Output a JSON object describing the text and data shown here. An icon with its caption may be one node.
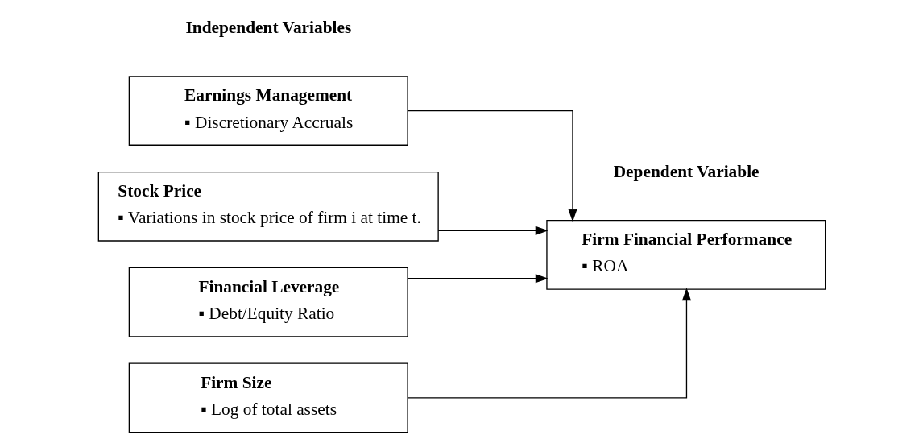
{
  "diagram": {
    "nodes": [
      {
        "text": [
          "Earnings Management",
          "▪ Discretionary Accruals"
        ]
      },
      {
        "text": [
          "Stock Price",
          "▪ Variations in stock price of firm i at time t."
        ]
      },
      {
        "text": [
          "Financial Leverage",
          "▪ Debt/Equity Ratio"
        ]
      },
      {
        "text": [
          "Firm Size",
          "▪ Log of total assets"
        ]
      },
      {
        "text": [
          "Firm Financial Performance",
          "▪ ROA"
        ]
      }
    ],
    "edges": [
      {
        "from": 0,
        "to": 4,
        "arrow": "to"
      },
      {
        "from": 1,
        "to": 4,
        "arrow": "to"
      },
      {
        "from": 2,
        "to": 4,
        "arrow": "to"
      },
      {
        "from": 3,
        "to": 4,
        "arrow": "to"
      }
    ],
    "labels": [
      "Independent Variables",
      "Dependent Variable"
    ]
  }
}
